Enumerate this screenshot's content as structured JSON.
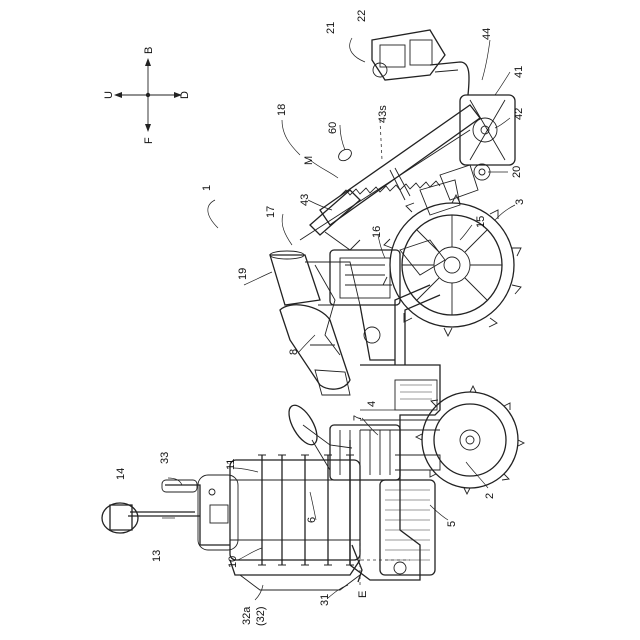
{
  "figure": {
    "direction_labels": {
      "up": "U",
      "back": "B",
      "down": "D",
      "front": "F"
    },
    "reference_labels": {
      "r1": "1",
      "r2": "2",
      "r3": "3",
      "r4": "4",
      "r5": "5",
      "r6": "6",
      "r7": "7",
      "r8": "8",
      "r10": "10",
      "r11": "11",
      "r13": "13",
      "r14": "14",
      "r15": "15",
      "r16": "16",
      "r17": "17",
      "r18": "18",
      "r19": "19",
      "r20": "20",
      "r21": "21",
      "r22": "22",
      "r31": "31",
      "r32a": "32a",
      "r32": "(32)",
      "r33": "33",
      "r41": "41",
      "r42": "42",
      "r43": "43",
      "r43s": "43s",
      "r44": "44",
      "r60": "60",
      "rM": "M",
      "rE": "E"
    }
  }
}
